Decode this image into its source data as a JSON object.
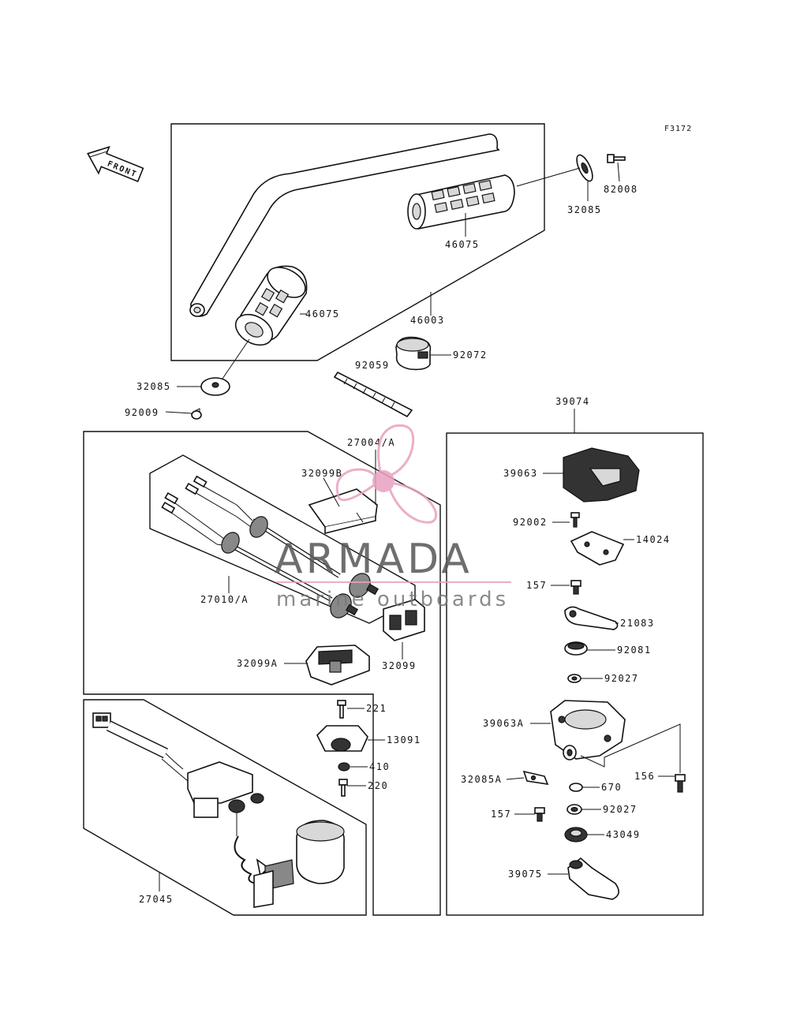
{
  "figure_code": "F3172",
  "front_label": "FRONT",
  "watermark": {
    "brand": "ARMADA",
    "tagline": "marine outboards",
    "accent": "#e8a0c0"
  },
  "parts": {
    "p46075_right": "46075",
    "p32085_right": "32085",
    "p82008": "82008",
    "p46075_left": "46075",
    "p46003": "46003",
    "p32085_left": "32085",
    "p92009": "92009",
    "p92059": "92059",
    "p92072": "92072",
    "p39074": "39074",
    "p27004A": "27004/A",
    "p32099B": "32099B",
    "p27010A": "27010/A",
    "p32099": "32099",
    "p32099A": "32099A",
    "p221": "221",
    "p13091": "13091",
    "p410": "410",
    "p220": "220",
    "p27045": "27045",
    "p39063": "39063",
    "p92002": "92002",
    "p14024": "14024",
    "p157a": "157",
    "p21083": "21083",
    "p92081": "92081",
    "p92027a": "92027",
    "p39063A": "39063A",
    "p156": "156",
    "p32085A": "32085A",
    "p670": "670",
    "p157b": "157",
    "p92027b": "92027",
    "p43049": "43049",
    "p39075": "39075"
  }
}
